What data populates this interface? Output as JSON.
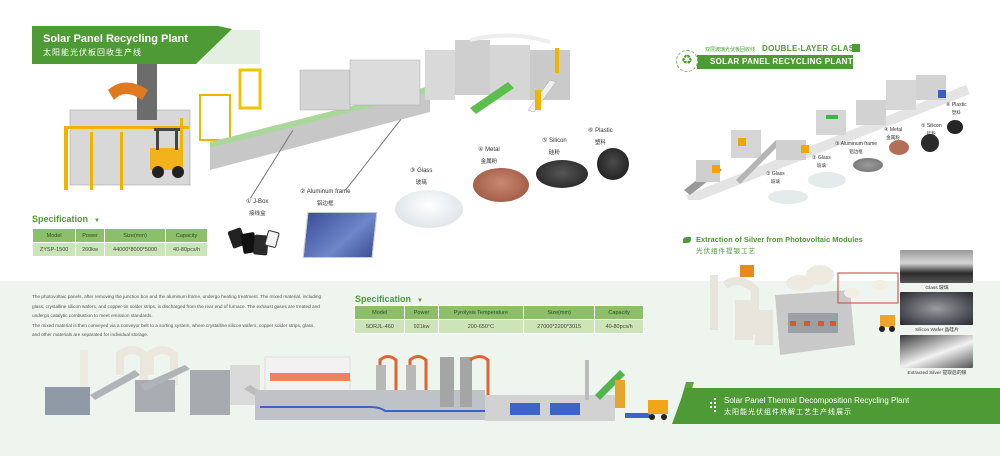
{
  "colors": {
    "brand_green": "#4e9a34",
    "table_header": "#8cbf6a",
    "table_cell": "#cde3b8",
    "band_light": "#eef5ee"
  },
  "header_left": {
    "title_en": "Solar Panel Recycling Plant",
    "title_cn": "太阳能光伏板回收生产线"
  },
  "spec1": {
    "heading": "Specification",
    "toggle_icon": "triangle-down-icon",
    "columns": [
      "Model",
      "Power",
      "Size(mm)",
      "Capacity"
    ],
    "rows": [
      [
        "ZYSP-1500",
        "260kw",
        "44000*8000*5000",
        "40-80pcs/h"
      ]
    ]
  },
  "line1_outputs": [
    {
      "num": "①",
      "en": "J-Box",
      "cn": "接线盒"
    },
    {
      "num": "②",
      "en": "Aluminum frame",
      "cn": "铝边框"
    },
    {
      "num": "③",
      "en": "Glass",
      "cn": "玻璃"
    },
    {
      "num": "④",
      "en": "Metal",
      "cn": "金属粉"
    },
    {
      "num": "⑤",
      "en": "Silicon",
      "cn": "硅粉"
    },
    {
      "num": "⑥",
      "en": "Plastic",
      "cn": "塑料"
    }
  ],
  "header_right": {
    "subtitle_cn": "双层玻璃光伏板回收线",
    "subtitle_en": "DOUBLE-LAYER GLASS",
    "title_en": "SOLAR PANEL RECYCLING PLANT",
    "icon": "recycle-icon"
  },
  "line2_outputs": [
    {
      "num": "①",
      "en": "Glass",
      "cn": "玻璃"
    },
    {
      "num": "②",
      "en": "Glass",
      "cn": "玻璃"
    },
    {
      "num": "③",
      "en": "Aluminum frame",
      "cn": "铝边框"
    },
    {
      "num": "④",
      "en": "Metal",
      "cn": "金属粉"
    },
    {
      "num": "⑤",
      "en": "Silicon",
      "cn": "硅粉"
    },
    {
      "num": "⑥",
      "en": "Plastic",
      "cn": "塑料"
    }
  ],
  "description": {
    "p1": "The photovoltaic panels, after removing the junction box and the aluminum frame, undergo heating treatment. The mixed material, including glass, crystalline silicon wafers, and copper-tin solder strips, is discharged from the rear end of furnace. The exhaust gases are treated and undergo catalytic combustion to meet emission standards.",
    "p2": "The mixed material is then conveyed via a conveyor belt to a sorting system, where crystalline silicon wafers, copper solder strips, glass, and other materials are separated for individual storage."
  },
  "spec2": {
    "heading": "Specification",
    "toggle_icon": "triangle-down-icon",
    "columns": [
      "Model",
      "Power",
      "Pyrolysis Temperature",
      "Size(mm)",
      "Capacity"
    ],
    "rows": [
      [
        "SDRJL-460",
        "921kw",
        "200-650°C",
        "27000*2200*3015",
        "40-80pcs/h"
      ]
    ]
  },
  "silver": {
    "title_en": "Extraction of Silver from Photovoltaic Modules",
    "title_cn": "光伏组件提银工艺",
    "samples": [
      {
        "caption": "Glass 玻璃"
      },
      {
        "caption": "Silicon Wafer 晶硅片"
      },
      {
        "caption": "Extracted Silver 提取后的银"
      }
    ]
  },
  "footer_banner": {
    "title_en": "Solar Panel Thermal Decomposition Recycling Plant",
    "title_cn": "太阳能光伏组件热解工艺生产线展示"
  }
}
